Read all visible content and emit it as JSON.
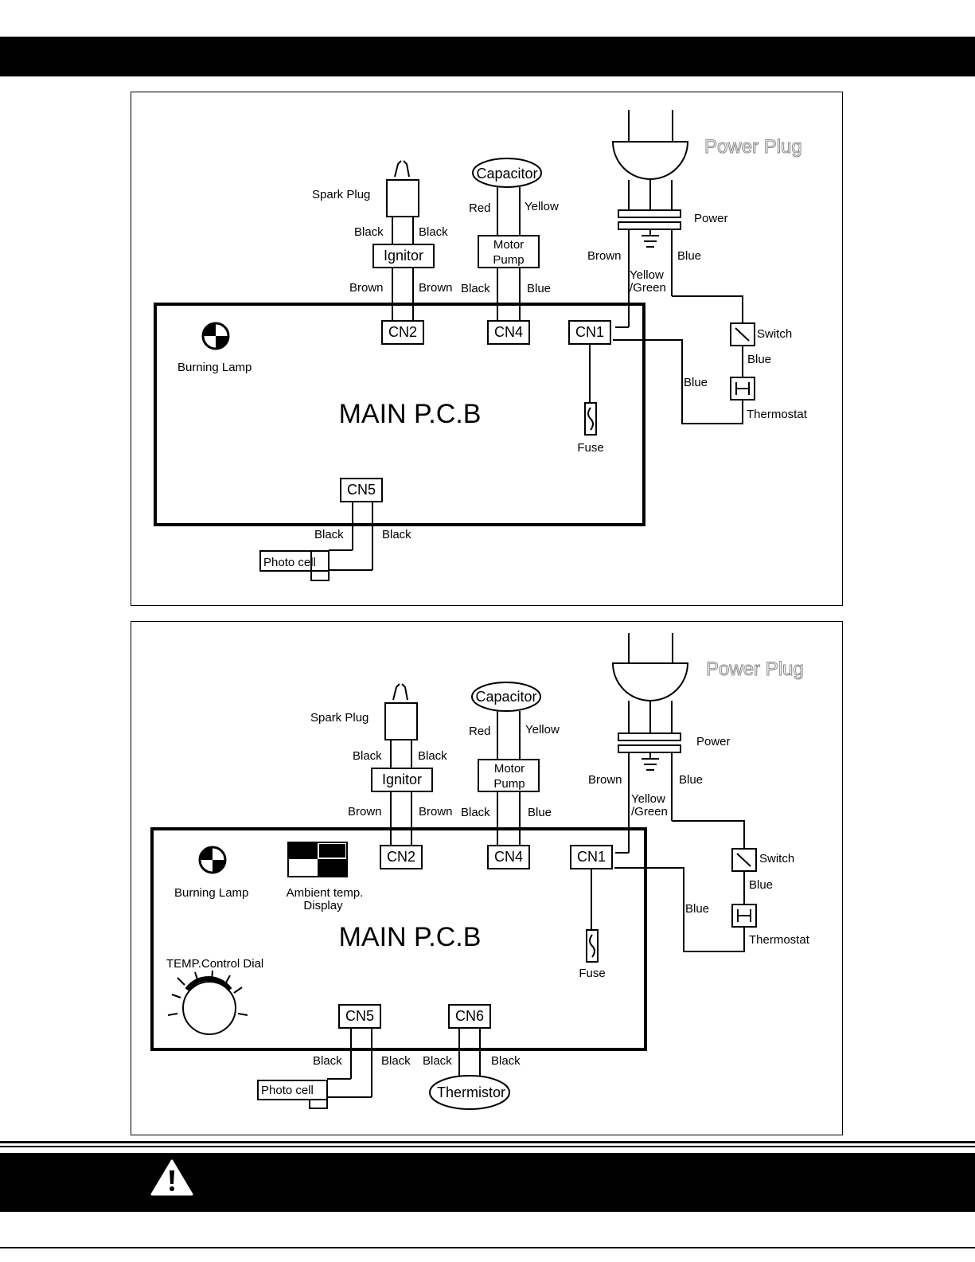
{
  "diagram1": {
    "power_plug": "Power Plug",
    "power": "Power",
    "spark_plug": "Spark Plug",
    "capacitor": "Capacitor",
    "red": "Red",
    "yellow": "Yellow",
    "black_left": "Black",
    "black_right": "Black",
    "ignitor": "Ignitor",
    "motor": "Motor",
    "pump": "Pump",
    "brown_ign_left": "Brown",
    "brown_ign_right": "Brown",
    "black_pump": "Black",
    "blue_pump": "Blue",
    "brown_plug": "Brown",
    "blue_plug": "Blue",
    "yellow_green_1": "Yellow",
    "yellow_green_2": "/Green",
    "cn2": "CN2",
    "cn4": "CN4",
    "cn1": "CN1",
    "cn5": "CN5",
    "switch": "Switch",
    "blue_switch": "Blue",
    "blue_loop": "Blue",
    "thermostat": "Thermostat",
    "burning_lamp": "Burning Lamp",
    "main_pcb": "MAIN P.C.B",
    "fuse": "Fuse",
    "black_cn5_left": "Black",
    "black_cn5_right": "Black",
    "photo_cell": "Photo cell"
  },
  "diagram2": {
    "power_plug": "Power Plug",
    "power": "Power",
    "spark_plug": "Spark Plug",
    "capacitor": "Capacitor",
    "red": "Red",
    "yellow": "Yellow",
    "black_left": "Black",
    "black_right": "Black",
    "ignitor": "Ignitor",
    "motor": "Motor",
    "pump": "Pump",
    "brown_ign_left": "Brown",
    "brown_ign_right": "Brown",
    "black_pump": "Black",
    "blue_pump": "Blue",
    "brown_plug": "Brown",
    "blue_plug": "Blue",
    "yellow_green_1": "Yellow",
    "yellow_green_2": "/Green",
    "cn2": "CN2",
    "cn4": "CN4",
    "cn1": "CN1",
    "cn5": "CN5",
    "cn6": "CN6",
    "switch": "Switch",
    "blue_switch": "Blue",
    "blue_loop": "Blue",
    "thermostat": "Thermostat",
    "burning_lamp": "Burning Lamp",
    "ambient_1": "Ambient temp.",
    "ambient_2": "Display",
    "main_pcb": "MAIN P.C.B",
    "fuse": "Fuse",
    "temp_dial": "TEMP.Control Dial",
    "black_cn5_left": "Black",
    "black_cn5_right": "Black",
    "black_cn6_left": "Black",
    "black_cn6_right": "Black",
    "photo_cell": "Photo cell",
    "thermistor": "Thermistor"
  },
  "footer": {
    "icon": "warning-icon"
  }
}
